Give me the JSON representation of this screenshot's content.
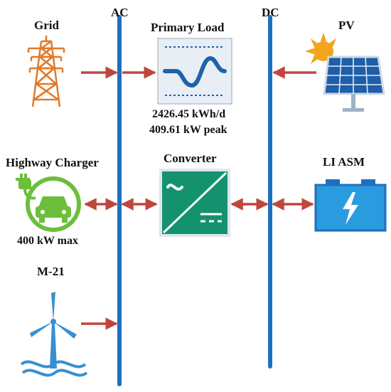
{
  "buses": {
    "ac_label": "AC",
    "dc_label": "DC"
  },
  "components": {
    "grid": {
      "label": "Grid",
      "icon": "transmission-tower-icon"
    },
    "primary_load": {
      "label": "Primary Load",
      "icon": "load-curve-icon",
      "energy": "2426.45 kWh/d",
      "peak": "409.61 kW peak"
    },
    "pv": {
      "label": "PV",
      "icon": "solar-panel-icon"
    },
    "highway_charger": {
      "label": "Highway Charger",
      "icon": "ev-charger-icon",
      "capacity": "400 kW max"
    },
    "converter": {
      "label": "Converter",
      "icon": "converter-icon"
    },
    "battery": {
      "label": "LI ASM",
      "icon": "battery-icon"
    },
    "wind": {
      "label": "M-21",
      "icon": "wind-turbine-icon"
    }
  },
  "colors": {
    "bus": "#1f6fbf",
    "arrow": "#c0463c",
    "tower": "#e07a2a",
    "load_icon_fill": "#e8eef6",
    "load_icon_wave": "#1e63a6",
    "ev_green": "#6bbf3a",
    "converter_green": "#14926e",
    "battery_blue": "#2b9be0",
    "solar_blue": "#1f5ea8",
    "sun": "#f2a41c",
    "wind_blue": "#3a8fd0"
  }
}
